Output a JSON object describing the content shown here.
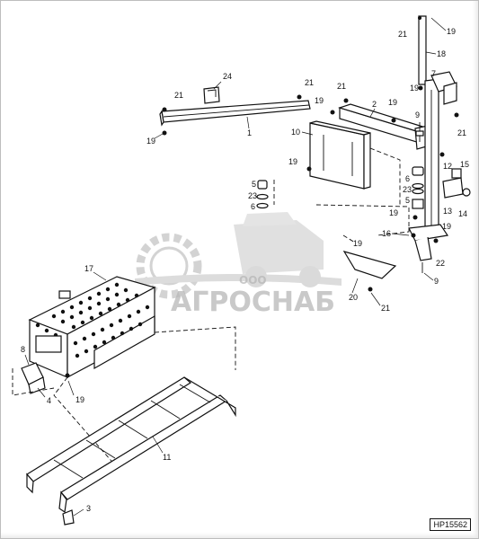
{
  "figure": {
    "code": "HP15562",
    "watermark_line1": "ООО",
    "watermark_line2": "АГРОСНАБ",
    "callouts": {
      "c1": "1",
      "c2": "2",
      "c3": "3",
      "c4": "4",
      "c5a": "5",
      "c5b": "5",
      "c6a": "6",
      "c6b": "6",
      "c7": "7",
      "c8": "8",
      "c9a": "9",
      "c9b": "9",
      "c10": "10",
      "c11": "11",
      "c12": "12",
      "c13": "13",
      "c14": "14",
      "c15": "15",
      "c16": "16",
      "c17": "17",
      "c18": "18",
      "c19a": "19",
      "c19b": "19",
      "c19c": "19",
      "c19d": "19",
      "c19e": "19",
      "c19f": "19",
      "c19g": "19",
      "c19h": "19",
      "c19i": "19",
      "c19j": "19",
      "c20": "20",
      "c21a": "21",
      "c21b": "21",
      "c21c": "21",
      "c21d": "21",
      "c21e": "21",
      "c21f": "21",
      "c22": "22",
      "c23a": "23",
      "c23b": "23",
      "c24": "24"
    }
  }
}
